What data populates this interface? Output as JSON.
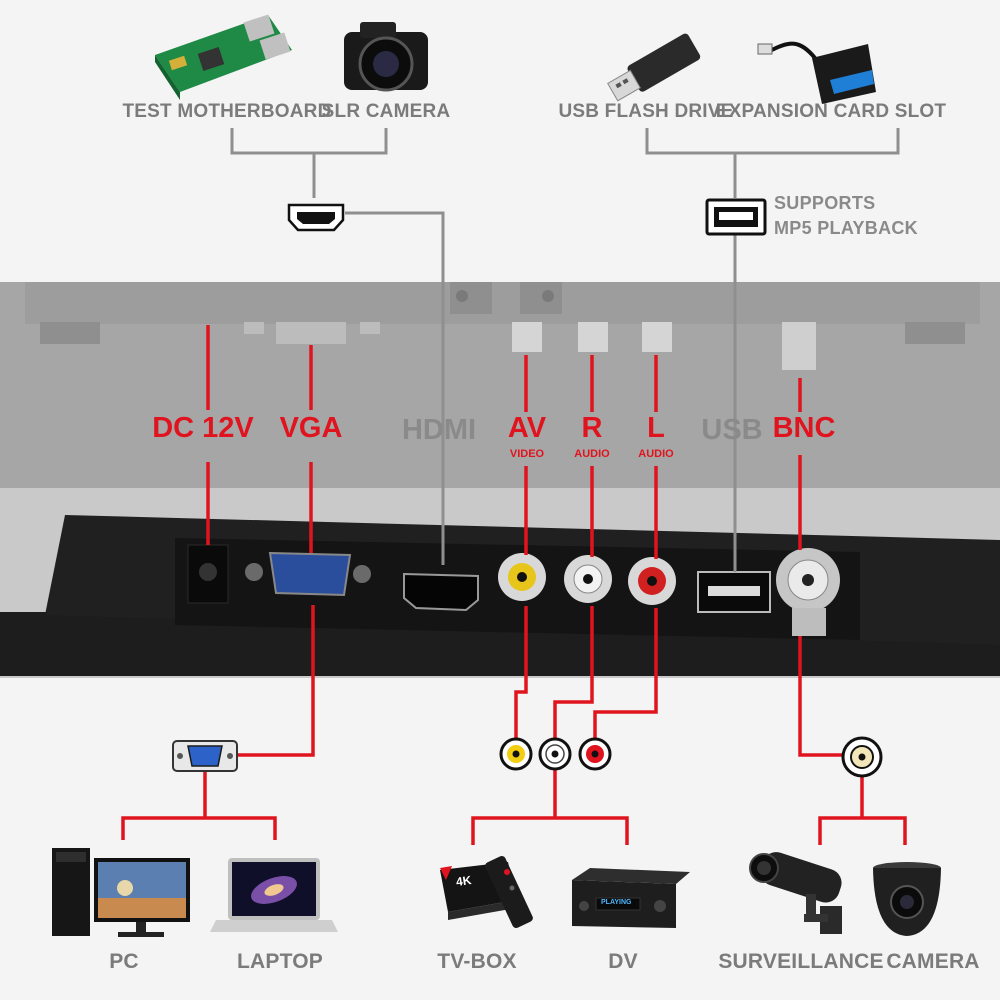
{
  "colors": {
    "accent_red": "#e0141e",
    "line_gray": "#8f8f8f",
    "panel": "#1c1c1c",
    "band_gray": "#a5a5a5",
    "background": "#f4f4f4"
  },
  "top_sources": {
    "hdmi_group": [
      "TEST MOTHERBOARD",
      "SLR CAMERA"
    ],
    "usb_group": [
      "USB FLASH DRIVE",
      "EXPANSION CARD SLOT"
    ],
    "usb_note": [
      "SUPPORTS",
      "MP5 PLAYBACK"
    ]
  },
  "ports": [
    {
      "label": "DC 12V",
      "sublabel": "",
      "color": "red"
    },
    {
      "label": "VGA",
      "sublabel": "",
      "color": "red"
    },
    {
      "label": "HDMI",
      "sublabel": "",
      "color": "gray"
    },
    {
      "label": "AV",
      "sublabel": "VIDEO",
      "color": "red"
    },
    {
      "label": "R",
      "sublabel": "AUDIO",
      "color": "red"
    },
    {
      "label": "L",
      "sublabel": "AUDIO",
      "color": "red"
    },
    {
      "label": "USB",
      "sublabel": "",
      "color": "gray"
    },
    {
      "label": "BNC",
      "sublabel": "",
      "color": "red"
    }
  ],
  "bottom_devices": {
    "vga_group": [
      "PC",
      "LAPTOP"
    ],
    "av_group": [
      "TV-BOX",
      "DV"
    ],
    "bnc_group": [
      "SURVEILLANCE",
      "CAMERA"
    ]
  },
  "device_text": {
    "tvbox_badge": "4K",
    "dv_display": "PLAYING"
  },
  "icons": [
    "raspberry-board-icon",
    "slr-camera-icon",
    "usb-flash-drive-icon",
    "card-reader-icon",
    "hdmi-connector-icon",
    "usb-connector-icon",
    "vga-connector-icon",
    "rca-connector-icon",
    "bnc-connector-icon",
    "pc-icon",
    "laptop-icon",
    "tv-box-icon",
    "dv-player-icon",
    "bullet-camera-icon",
    "dome-camera-icon"
  ]
}
